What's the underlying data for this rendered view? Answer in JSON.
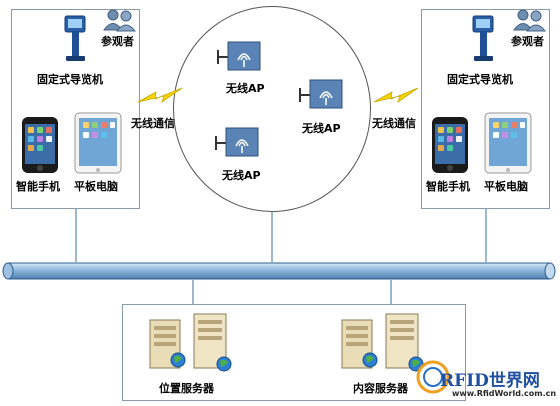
{
  "left_panel": {
    "visitors": "参观者",
    "kiosk": "固定式导览机",
    "phone": "智能手机",
    "tablet": "平板电脑"
  },
  "right_panel": {
    "visitors": "参观者",
    "kiosk": "固定式导览机",
    "phone": "智能手机",
    "tablet": "平板电脑"
  },
  "wireless_left": "无线通信",
  "wireless_right": "无线通信",
  "access_points": [
    "无线AP",
    "无线AP",
    "无线AP"
  ],
  "servers": {
    "location": "位置服务器",
    "content": "内容服务器"
  },
  "watermark": {
    "brand": "RFID世界网",
    "url": "www.RfidWorld.com.cn"
  }
}
